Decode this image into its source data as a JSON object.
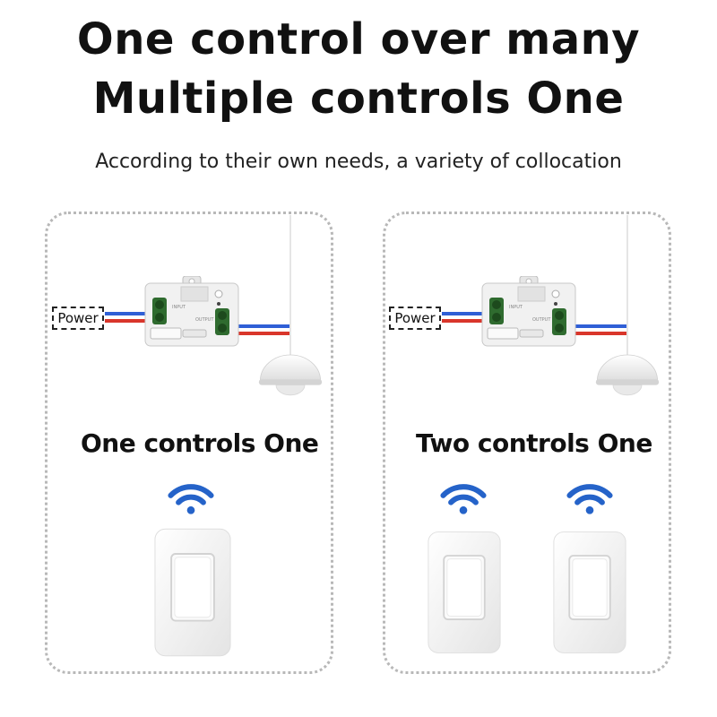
{
  "header": {
    "title_line1": "One control over many",
    "title_line2": "Multiple controls One",
    "subtitle": "According to their own needs, a variety of collocation"
  },
  "panels": [
    {
      "power_label": "Power",
      "caption": "One controls One",
      "switch_count": 1
    },
    {
      "power_label": "Power",
      "caption": "Two controls One",
      "switch_count": 2
    }
  ],
  "colors": {
    "wire_blue": "#2f5fd6",
    "wire_red": "#d9362b",
    "wifi": "#2563c9",
    "terminal": "#2f6b2f"
  },
  "icons": [
    "wifi-icon",
    "receiver-module",
    "pendant-lamp",
    "wall-switch"
  ]
}
